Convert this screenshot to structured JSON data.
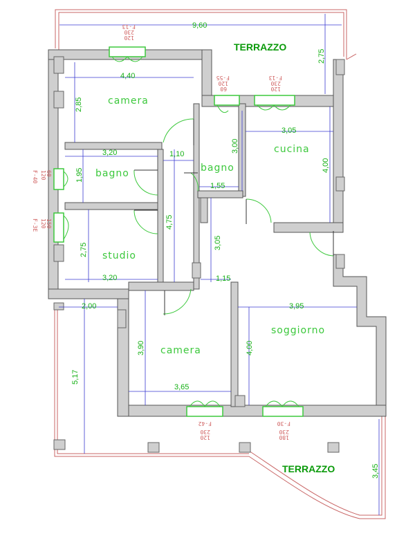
{
  "rooms": {
    "camera_top": "camera",
    "bagno_left": "bagno",
    "studio": "studio",
    "bagno_center": "bagno",
    "cucina": "cucina",
    "camera_bottom": "camera",
    "soggiorno": "soggiorno",
    "terrace_top": "TERRAZZO",
    "terrace_bottom": "TERRAZZO"
  },
  "dimensions": {
    "terrace_width": "9,60",
    "terrace_depth": "2,75",
    "camera_top_width": "4,40",
    "camera_top_depth": "2,85",
    "bagno_left_width": "3,20",
    "bagno_left_depth": "1,95",
    "corridor_width": "1,10",
    "corridor_length": "4,75",
    "studio_depth": "2,75",
    "studio_width": "3,20",
    "bagno_center_depth": "3,00",
    "bagno_center_width": "1,55",
    "cucina_width": "3,05",
    "cucina_depth": "4,00",
    "hall_depth": "3,05",
    "hall_width": "1,15",
    "side_strip_width": "2,00",
    "side_strip_length": "5,17",
    "camera_bottom_depth": "3,90",
    "camera_bottom_width": "3,65",
    "soggiorno_width": "3,95",
    "soggiorno_depth": "4,00",
    "terrace_bottom_depth": "3,45"
  },
  "windows": {
    "w1_size": "120",
    "w1_height": "230",
    "w1_code": "F-13",
    "w2_size": "60",
    "w2_height": "120",
    "w2_code": "F-55",
    "w3_size": "120",
    "w3_height": "230",
    "w3_code": "F-13",
    "w4_size": "60",
    "w4_height": "120",
    "w4_code": "F-40",
    "w5_size": "150",
    "w5_height": "120",
    "w5_code": "F-3E",
    "w6_size": "120",
    "w6_height": "230",
    "w6_code": "F-42",
    "w7_size": "180",
    "w7_height": "230",
    "w7_code": "F-30"
  }
}
